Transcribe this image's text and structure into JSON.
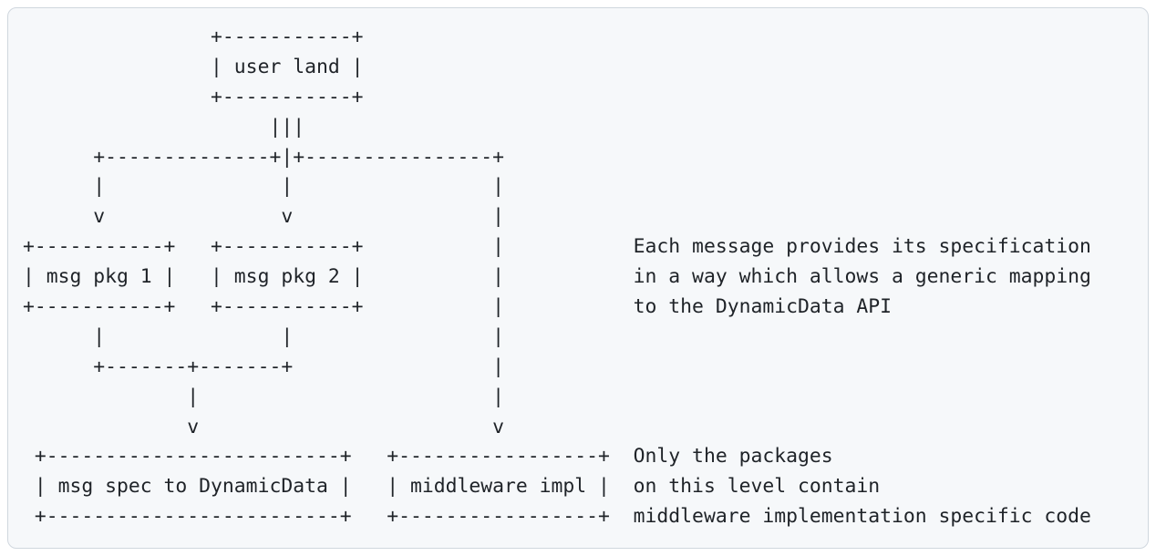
{
  "diagram": {
    "type": "ascii-architecture-diagram",
    "nodes": [
      {
        "label": "user land"
      },
      {
        "label": "msg pkg 1"
      },
      {
        "label": "msg pkg 2"
      },
      {
        "label": "msg spec to DynamicData"
      },
      {
        "label": "middleware impl"
      }
    ],
    "annotations": [
      {
        "lines": [
          "Each message provides its specification",
          "in a way which allows a generic mapping",
          "to the DynamicData API"
        ]
      },
      {
        "lines": [
          "Only the packages",
          "on this level contain",
          "middleware implementation specific code"
        ]
      }
    ],
    "lines": [
      "                +-----------+",
      "                | user land |",
      "                +-----------+",
      "                     |||",
      "      +--------------+|+----------------+",
      "      |               |                 |",
      "      v               v                 |",
      "+-----------+   +-----------+           |           Each message provides its specification",
      "| msg pkg 1 |   | msg pkg 2 |           |           in a way which allows a generic mapping",
      "+-----------+   +-----------+           |           to the DynamicData API",
      "      |               |                 |",
      "      +-------+-------+                 |",
      "              |                         |",
      "              v                         v",
      " +-------------------------+   +-----------------+  Only the packages",
      " | msg spec to DynamicData |   | middleware impl |  on this level contain",
      " +-------------------------+   +-----------------+  middleware implementation specific code"
    ]
  },
  "colors": {
    "page_background": "#ffffff",
    "code_block_background": "#f6f8fa",
    "code_block_border": "#d0d7de",
    "text": "#1f2328"
  }
}
